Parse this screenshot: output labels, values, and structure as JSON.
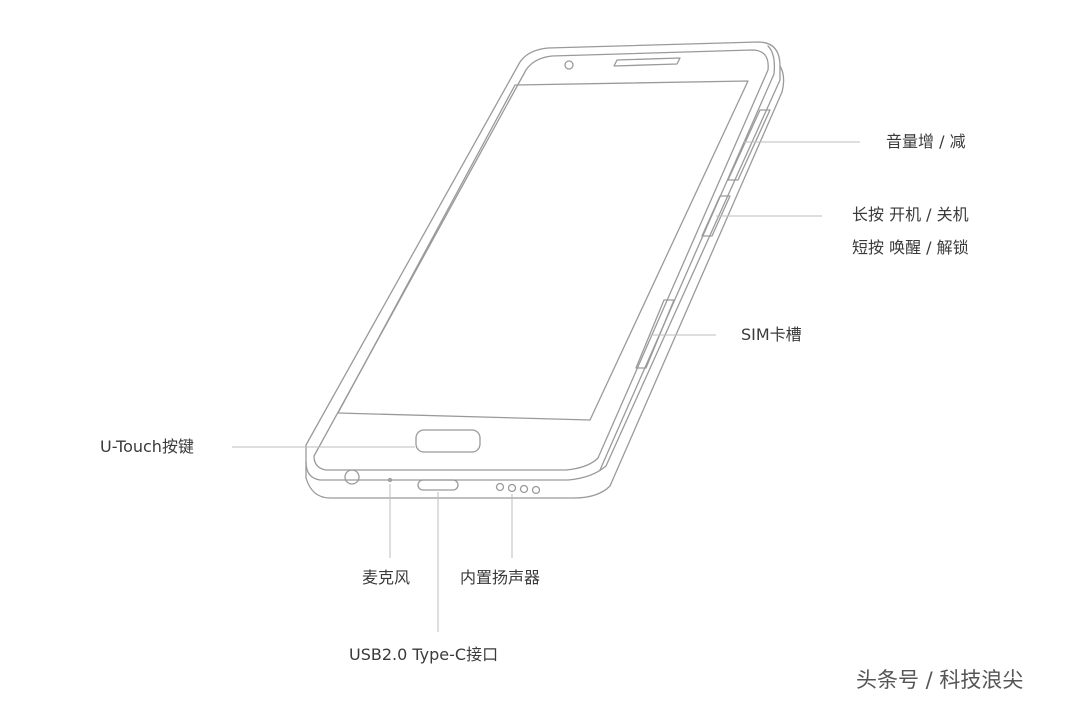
{
  "labels": {
    "volume": "音量增 / 减",
    "power_long": "长按 开机 / 关机",
    "power_short": "短按 唤醒 / 解锁",
    "sim": "SIM卡槽",
    "utouch": "U-Touch按键",
    "mic": "麦克风",
    "speaker": "内置扬声器",
    "usb": "USB2.0 Type-C接口"
  },
  "watermark": "头条号 / 科技浪尖",
  "colors": {
    "outline": "#9a9a9a",
    "leader": "#bdbdbd",
    "text": "#3a3a3a"
  }
}
